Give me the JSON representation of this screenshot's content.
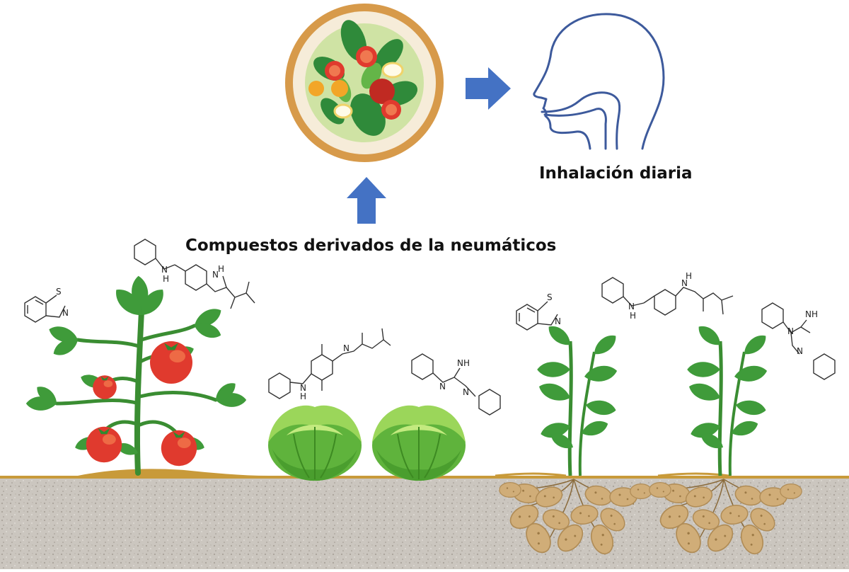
{
  "labels": {
    "inhalation": "Inhalación diaria",
    "compounds": "Compuestos derivados de la neumáticos"
  },
  "molecule_atoms": {
    "sulfur": "S",
    "nitrogen": "N",
    "amine_h": "H",
    "imine": "NH"
  },
  "colors": {
    "arrow": "#4472c4",
    "plate_rim": "#d79a4a",
    "head_outline": "#3d5a9c",
    "leaf": "#3f9b3a",
    "tomato": "#e03a2e",
    "lettuce": "#7dc446",
    "soil": "#c9c4bd",
    "ground_line": "#c89a3a",
    "tuber": "#d0ad78"
  },
  "icons": [
    "salad-bowl-icon",
    "head-profile-icon",
    "arrow-right-icon",
    "arrow-up-icon",
    "tomato-plant-icon",
    "lettuce-icon",
    "potato-plant-icon"
  ]
}
